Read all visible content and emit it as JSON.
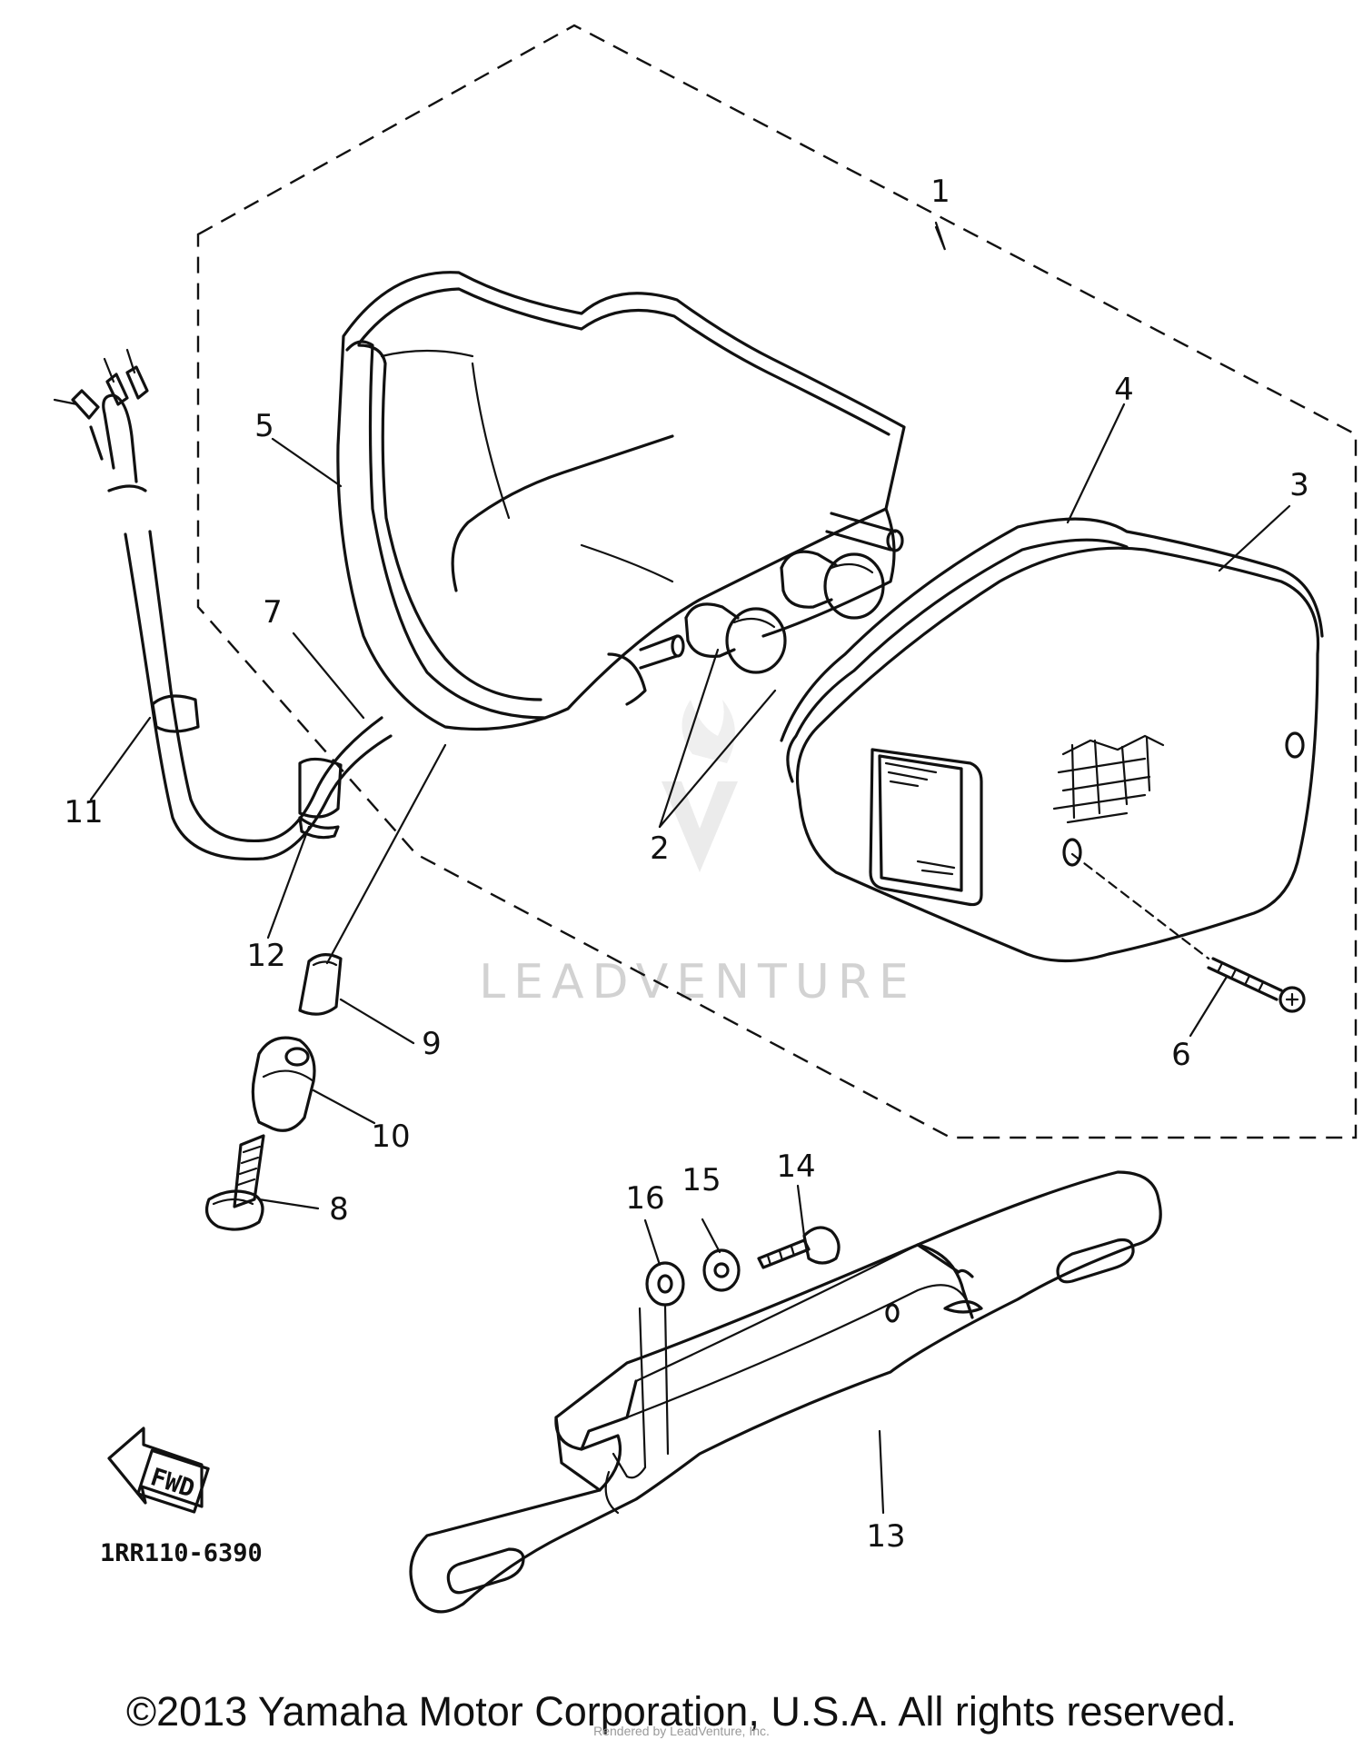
{
  "callouts": [
    "1",
    "2",
    "3",
    "4",
    "5",
    "6",
    "7",
    "8",
    "9",
    "10",
    "11",
    "12",
    "13",
    "14",
    "15",
    "16"
  ],
  "fwd_label": "FWD",
  "diagram_code": "1RR110-6390",
  "watermark": "LEADVENTURE",
  "copyright": "©2013 Yamaha Motor Corporation, U.S.A. All rights reserved.",
  "rendered_by": "Rendered by LeadVenture, Inc."
}
